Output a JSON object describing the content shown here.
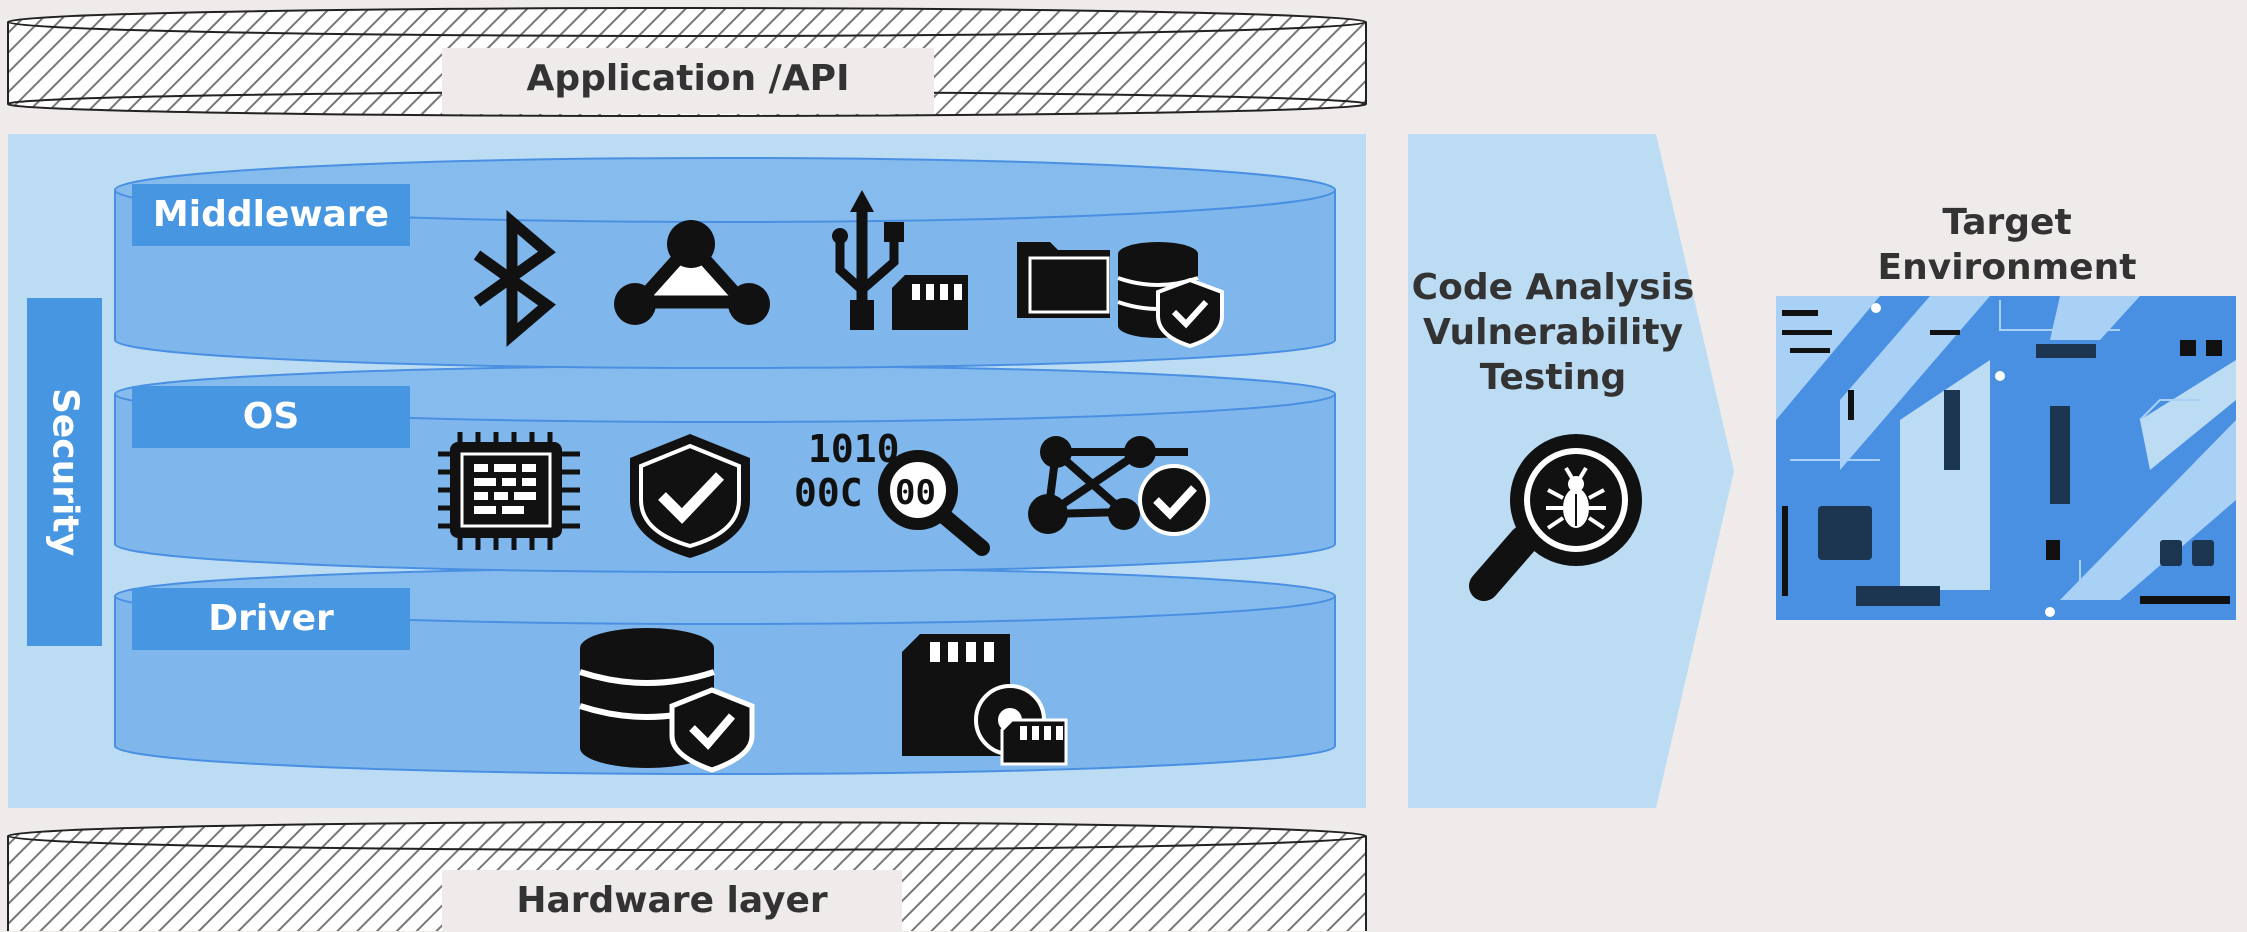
{
  "top_layer": {
    "label": "Application /API"
  },
  "bottom_layer": {
    "label": "Hardware layer"
  },
  "security_label": "Security",
  "layers": [
    {
      "label": "Middleware",
      "icons": [
        "bluetooth-icon",
        "network-triangle-icon",
        "usb-icon",
        "sim-card-icon",
        "folder-icon",
        "database-shield-icon"
      ]
    },
    {
      "label": "OS",
      "icons": [
        "chip-icon",
        "shield-check-icon",
        "binary-search-icon",
        "network-check-icon"
      ]
    },
    {
      "label": "Driver",
      "icons": [
        "database-shield-icon",
        "sd-card-gear-icon"
      ]
    }
  ],
  "analysis": {
    "line1": "Code Analysis",
    "line2": "Vulnerability",
    "line3": "Testing",
    "icon": "bug-magnifier-icon"
  },
  "target": {
    "line1": "Target",
    "line2": "Environment",
    "image": "circuit-board-image"
  },
  "colors": {
    "background": "#eeebea",
    "panel": "#bcdcf4",
    "cylinder": "#7fb7ec",
    "label": "#4796e2",
    "board": "#4a90e2"
  }
}
